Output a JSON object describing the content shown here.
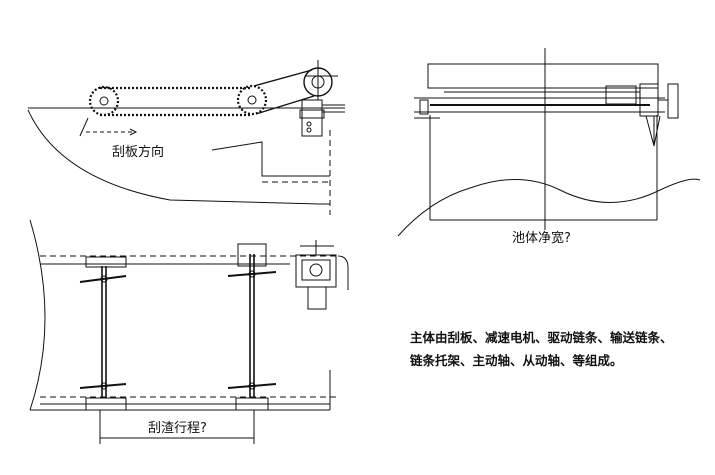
{
  "labels": {
    "scraper_direction": "刮板方向",
    "tank_clear_width": "池体净宽?",
    "scraper_travel": "刮渣行程?"
  },
  "description": {
    "line1": "主体由刮板、减速电机、驱动链条、输送链条、",
    "line2": "链条托架、主动轴、从动轴、等组成。"
  }
}
